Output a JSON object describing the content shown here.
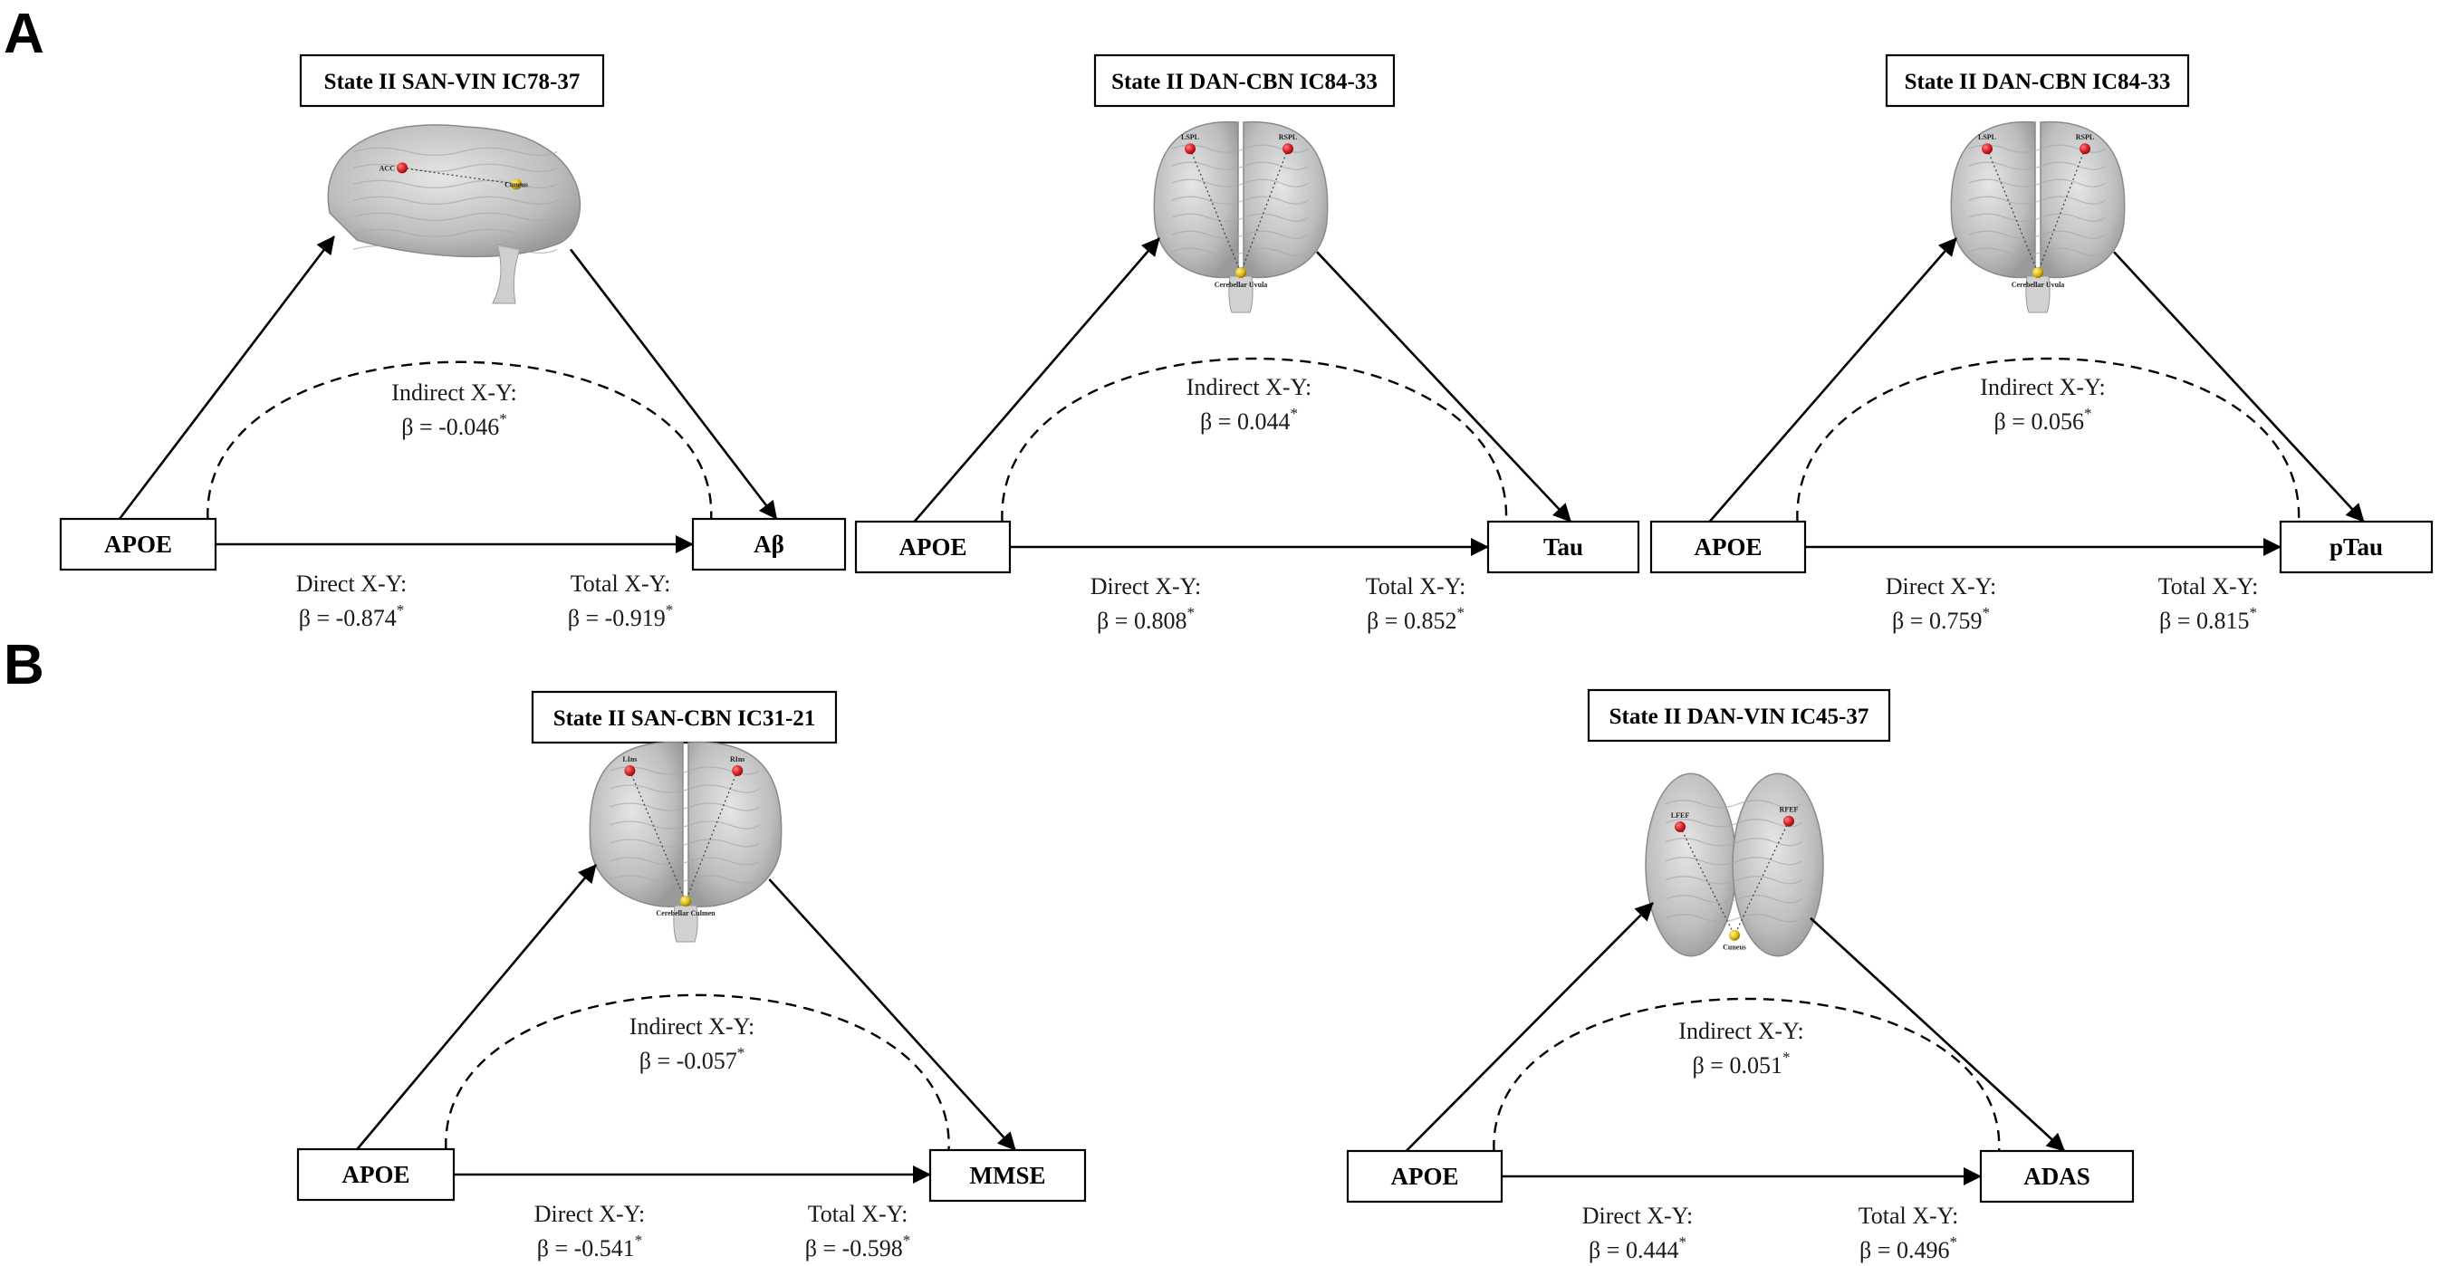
{
  "panels": {
    "A": {
      "letter": "A"
    },
    "B": {
      "letter": "B"
    }
  },
  "colors": {
    "node_red": "#d62024",
    "node_yellow": "#e2bb12",
    "brain_fill": "#c8c8c8",
    "line": "#000000"
  },
  "models": [
    {
      "id": "a1",
      "title": "State II SAN-VIN IC78-37",
      "x_label": "APOE",
      "y_label": "Aβ",
      "indirect_label": "Indirect X-Y:",
      "indirect_value": "β = -0.046",
      "direct_label": "Direct X-Y:",
      "direct_value": "β = -0.874",
      "total_label": "Total X-Y:",
      "total_value": "β = -0.919",
      "sig_marker": "*",
      "brain_view": "lateral",
      "brain_nodes": [
        {
          "label": "ACC",
          "color": "red"
        },
        {
          "label": "Cuneus",
          "color": "yellow"
        }
      ]
    },
    {
      "id": "a2",
      "title": "State II DAN-CBN IC84-33",
      "x_label": "APOE",
      "y_label": "Tau",
      "indirect_label": "Indirect X-Y:",
      "indirect_value": "β = 0.044",
      "direct_label": "Direct X-Y:",
      "direct_value": "β = 0.808",
      "total_label": "Total X-Y:",
      "total_value": "β = 0.852",
      "sig_marker": "*",
      "brain_view": "posterior",
      "brain_nodes": [
        {
          "label": "LSPL",
          "color": "red"
        },
        {
          "label": "RSPL",
          "color": "red"
        },
        {
          "label": "Cerebellar Uvula",
          "color": "yellow"
        }
      ]
    },
    {
      "id": "a3",
      "title": "State II DAN-CBN IC84-33",
      "x_label": "APOE",
      "y_label": "pTau",
      "indirect_label": "Indirect X-Y:",
      "indirect_value": "β = 0.056",
      "direct_label": "Direct X-Y:",
      "direct_value": "β = 0.759",
      "total_label": "Total X-Y:",
      "total_value": "β = 0.815",
      "sig_marker": "*",
      "brain_view": "posterior",
      "brain_nodes": [
        {
          "label": "LSPL",
          "color": "red"
        },
        {
          "label": "RSPL",
          "color": "red"
        },
        {
          "label": "Cerebellar Uvula",
          "color": "yellow"
        }
      ]
    },
    {
      "id": "b1",
      "title": "State II SAN-CBN IC31-21",
      "x_label": "APOE",
      "y_label": "MMSE",
      "indirect_label": "Indirect X-Y:",
      "indirect_value": "β = -0.057",
      "direct_label": "Direct X-Y:",
      "direct_value": "β = -0.541",
      "total_label": "Total X-Y:",
      "total_value": "β = -0.598",
      "sig_marker": "*",
      "brain_view": "posterior",
      "brain_nodes": [
        {
          "label": "LIns",
          "color": "red"
        },
        {
          "label": "RIns",
          "color": "red"
        },
        {
          "label": "Cerebellar Culmen",
          "color": "yellow"
        }
      ]
    },
    {
      "id": "b2",
      "title": "State II DAN-VIN IC45-37",
      "x_label": "APOE",
      "y_label": "ADAS",
      "indirect_label": "Indirect X-Y:",
      "indirect_value": "β = 0.051",
      "direct_label": "Direct X-Y:",
      "direct_value": "β = 0.444",
      "total_label": "Total X-Y:",
      "total_value": "β = 0.496",
      "sig_marker": "*",
      "brain_view": "superior",
      "brain_nodes": [
        {
          "label": "LFEF",
          "color": "red"
        },
        {
          "label": "RFEF",
          "color": "red"
        },
        {
          "label": "Cuneus",
          "color": "yellow"
        }
      ]
    }
  ]
}
